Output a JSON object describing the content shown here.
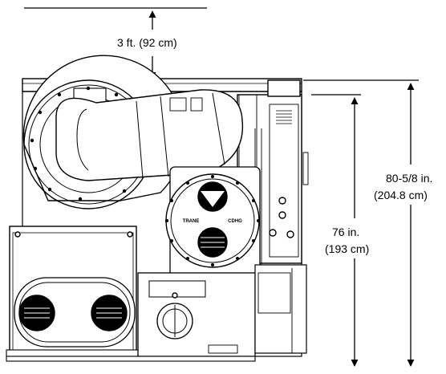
{
  "dimensions": {
    "clearance": "3 ft. (92 cm)",
    "inner_height_line1": "76 in.",
    "inner_height_line2": "(193 cm)",
    "outer_height_line1": "80-5/8 in.",
    "outer_height_line2": "(204.8 cm)"
  },
  "nameplate": {
    "brand": "TRANE",
    "model": "CDHG"
  },
  "colors": {
    "line": "#000000",
    "fill": "#ffffff"
  }
}
